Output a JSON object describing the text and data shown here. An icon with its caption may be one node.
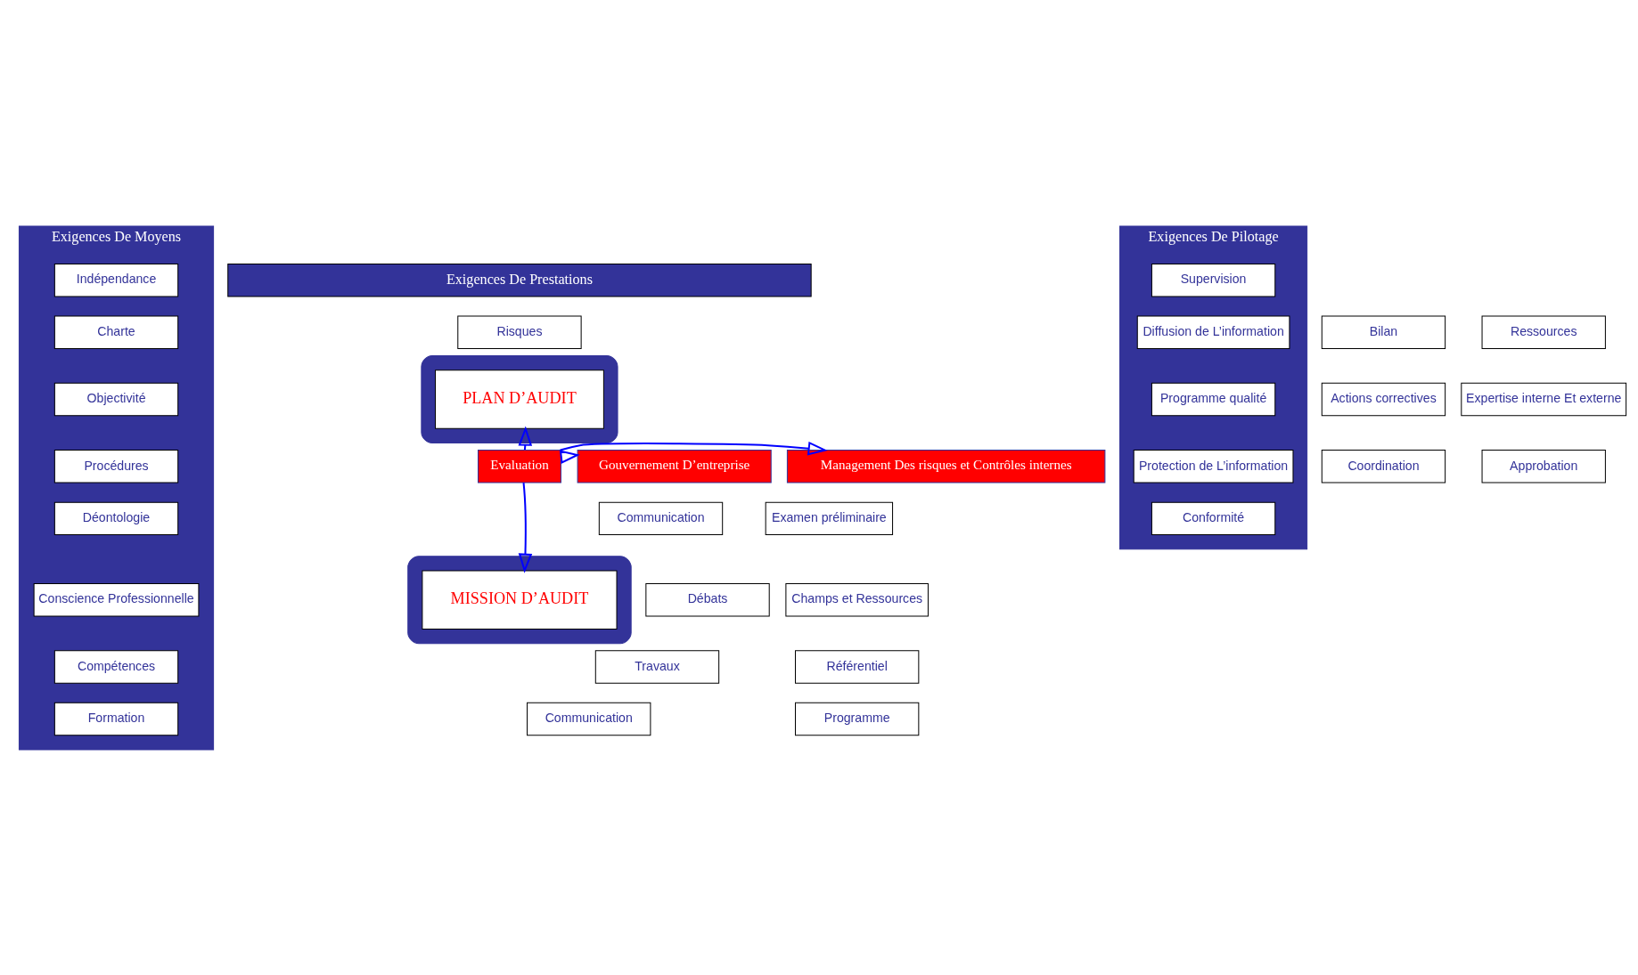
{
  "diagram": {
    "nodes": [
      {
        "text": [
          "Exigences De Moyens"
        ]
      },
      {
        "text": [
          "Indépendance"
        ],
        "in": 0
      },
      {
        "text": [
          "Charte"
        ],
        "in": 0
      },
      {
        "text": [
          "Objectivité"
        ],
        "in": 0
      },
      {
        "text": [
          "Procédures"
        ],
        "in": 0
      },
      {
        "text": [
          "Déontologie"
        ],
        "in": 0
      },
      {
        "text": [
          "Conscience Professionnelle"
        ],
        "in": 0
      },
      {
        "text": [
          "Compétences"
        ],
        "in": 0
      },
      {
        "text": [
          "Formation"
        ],
        "in": 0
      },
      {
        "text": [
          "Exigences De Prestations"
        ]
      },
      {
        "text": [
          "Exigences De Pilotage"
        ]
      },
      {
        "text": [
          "Supervision"
        ],
        "in": 10
      },
      {
        "text": [
          "Diffusion de L’information"
        ],
        "in": 10
      },
      {
        "text": [
          "Programme qualité"
        ],
        "in": 10
      },
      {
        "text": [
          "Protection de L’information"
        ],
        "in": 10
      },
      {
        "text": [
          "Conformité"
        ],
        "in": 10
      },
      {
        "text": [],
        "shape": "ellipse"
      },
      {
        "text": [
          "PLAN D’AUDIT"
        ],
        "in": 16
      },
      {
        "text": [
          "Bilan"
        ]
      },
      {
        "text": [
          "Risques"
        ]
      },
      {
        "text": [
          "Ressources"
        ]
      },
      {
        "text": [
          "Actions correctives"
        ]
      },
      {
        "text": [
          "Expertise interne Et externe"
        ]
      },
      {
        "text": [
          "Coordination"
        ]
      },
      {
        "text": [
          "Approbation"
        ]
      },
      {
        "text": [
          "Gouvernement D’entreprise"
        ]
      },
      {
        "text": [
          "Evaluation"
        ]
      },
      {
        "text": [
          "Management Des risques et Contrôles internes"
        ]
      },
      {
        "text": [],
        "shape": "ellipse"
      },
      {
        "text": [
          "MISSION D’AUDIT"
        ],
        "in": 28
      },
      {
        "text": [
          "Communication"
        ]
      },
      {
        "text": [
          "Examen préliminaire"
        ]
      },
      {
        "text": [
          "Champs et Ressources"
        ]
      },
      {
        "text": [
          "Débats"
        ]
      },
      {
        "text": [
          "Référentiel"
        ]
      },
      {
        "text": [
          "Travaux"
        ]
      },
      {
        "text": [
          "Communication"
        ]
      },
      {
        "text": [
          "Programme"
        ]
      }
    ],
    "edges": [
      {
        "from": 26,
        "to": 17,
        "arrow": "to"
      },
      {
        "from": 26,
        "to": 29,
        "arrow": "to"
      },
      {
        "from": 26,
        "to": 25,
        "arrow": "to"
      },
      {
        "from": 26,
        "to": 27,
        "arrow": "to"
      }
    ]
  }
}
